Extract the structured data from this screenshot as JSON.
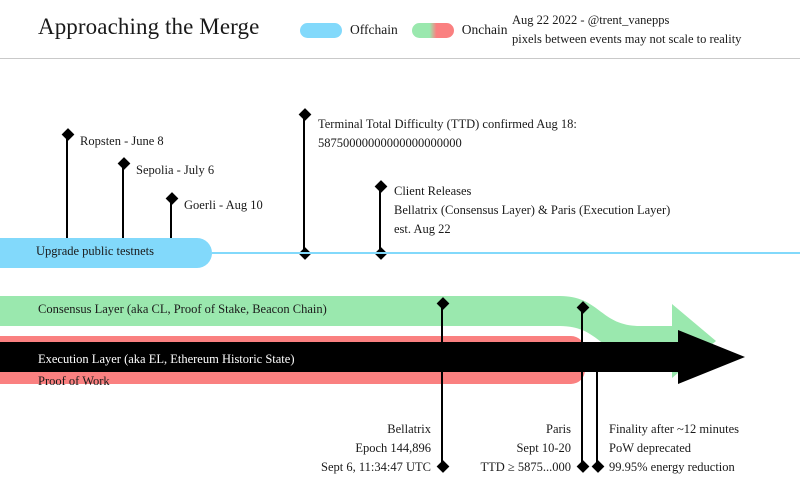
{
  "header": {
    "title": "Approaching the Merge",
    "legend": [
      {
        "label": "Offchain",
        "swatch": "offchain-pill-swatch",
        "color": "#82d9fb"
      },
      {
        "label": "Onchain",
        "swatch": "onchain-gradient-swatch",
        "color_start": "#9ae8ae",
        "color_end": "#fa8080"
      }
    ],
    "meta_line1": "Aug 22 2022 - @trent_vanepps",
    "meta_line2": "pixels between events may not scale to reality"
  },
  "testnets": [
    {
      "label": "Ropsten - June 8"
    },
    {
      "label": "Sepolia - July 6"
    },
    {
      "label": "Goerli - Aug 10"
    }
  ],
  "offchain": {
    "band_label": "Upgrade public testnets"
  },
  "annotations": {
    "ttd": {
      "line1": "Terminal Total Difficulty (TTD) confirmed Aug 18:",
      "line2": "58750000000000000000000"
    },
    "client_releases": {
      "line1": "Client Releases",
      "line2": "Bellatrix (Consensus Layer) & Paris (Execution Layer)",
      "line3": "est. Aug 22"
    },
    "bellatrix": {
      "line1": "Bellatrix",
      "line2": "Epoch 144,896",
      "line3": "Sept 6, 11:34:47 UTC"
    },
    "paris": {
      "line1": "Paris",
      "line2": "Sept 10-20",
      "line3": "TTD ≥ 5875...000"
    },
    "finality": {
      "line1": "Finality after ~12 minutes",
      "line2": "PoW deprecated",
      "line3": "99.95% energy reduction"
    }
  },
  "bands": {
    "consensus_layer": "Consensus Layer (aka CL, Proof of Stake, Beacon Chain)",
    "execution_layer": "Execution Layer (aka EL, Ethereum Historic State)",
    "proof_of_work": "Proof of Work"
  },
  "colors": {
    "offchain_blue": "#82d9fb",
    "consensus_green": "#9ae8ae",
    "pow_red": "#fa8080",
    "execution_black": "#000000",
    "rule_gray": "#c9c9c9"
  }
}
